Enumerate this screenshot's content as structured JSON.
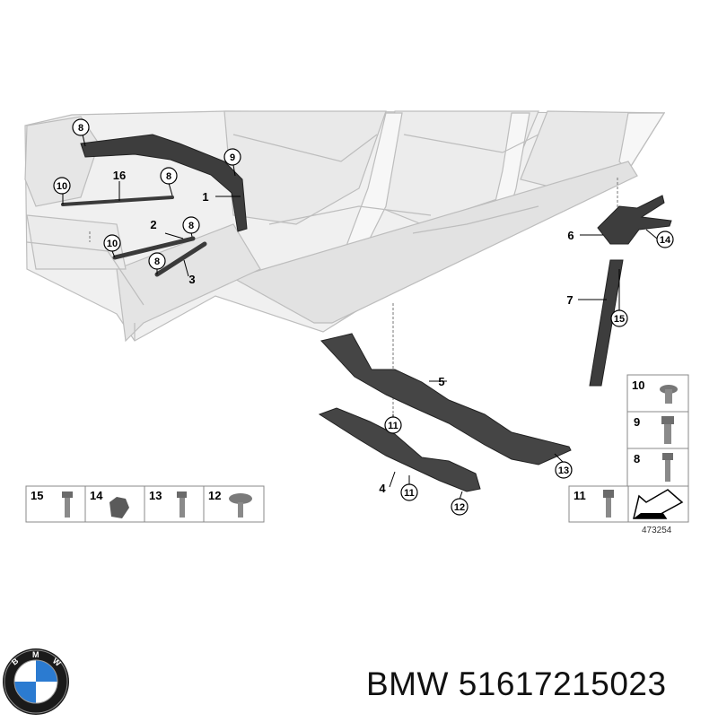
{
  "callouts": {
    "c8a": "8",
    "c9": "9",
    "c10a": "10",
    "c8b": "8",
    "c8c": "8",
    "c10b": "10",
    "c8d": "8",
    "c14": "14",
    "c15": "15",
    "c11a": "11",
    "c13": "13",
    "c11b": "11",
    "c12": "12"
  },
  "parts": {
    "p16": "16",
    "p1": "1",
    "p2": "2",
    "p3": "3",
    "p6": "6",
    "p7": "7",
    "p5": "5",
    "p4": "4"
  },
  "legend_bottom": [
    "15",
    "14",
    "13",
    "12"
  ],
  "legend_right": [
    "10",
    "9",
    "8",
    "11"
  ],
  "reference_number": "473254",
  "brand": "BMW 51617215023",
  "colors": {
    "body_line": "#b8b8b8",
    "part_fill": "#3a3a3a",
    "frame": "#888888"
  },
  "icons": [
    "bmw-logo-icon",
    "arrow-icon",
    "bolt-icon",
    "nut-icon",
    "screw-icon"
  ]
}
